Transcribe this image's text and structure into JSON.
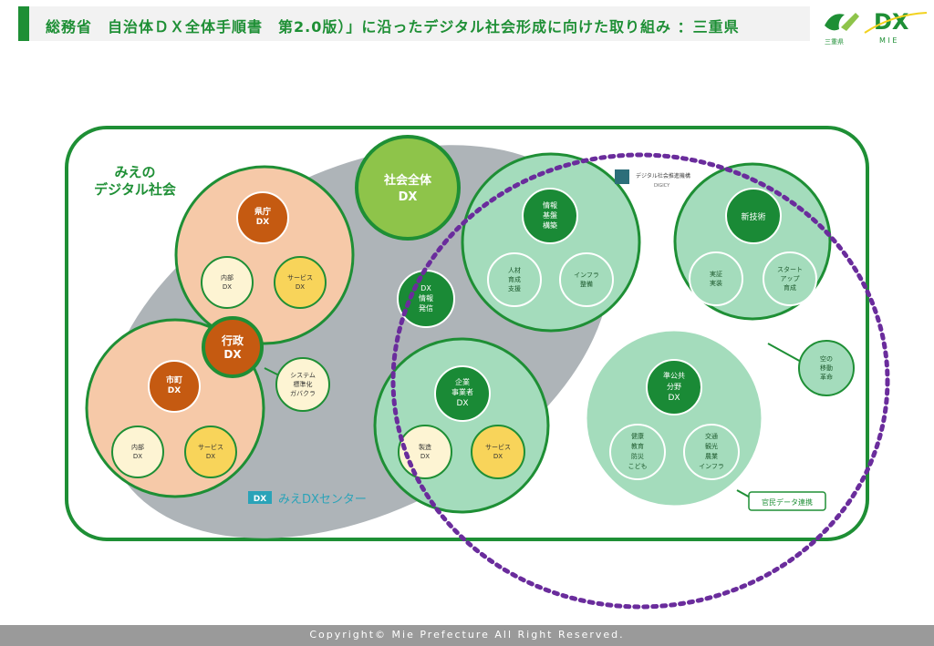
{
  "header": {
    "title": "総務省　自治体ＤＸ全体手順書　第2.0版）」に沿ったデジタル社会形成に向けた取り組み ：三重県"
  },
  "logo": {
    "mie_logo_text": "三重県",
    "dx_text": "DX",
    "dx_sub_text": "M I E"
  },
  "diagram": {
    "outer_label_line1": "みえの",
    "outer_label_line2": "デジタル社会",
    "society_dx": [
      "社会全体",
      "DX"
    ],
    "prefecture_dx": [
      "県庁",
      "DX"
    ],
    "prefecture_items": [
      [
        "内部",
        "DX"
      ],
      [
        "サービス",
        "DX"
      ]
    ],
    "admin_dx": [
      "行政",
      "DX"
    ],
    "municipal_dx": [
      "市町",
      "DX"
    ],
    "municipal_items": [
      [
        "内部",
        "DX"
      ],
      [
        "サービス",
        "DX"
      ]
    ],
    "system_bubble": [
      "システム",
      "標準化",
      "ガバクラ"
    ],
    "dx_transmit": [
      "DX",
      "情報",
      "発信"
    ],
    "info_infra": [
      "情報",
      "基盤",
      "構築"
    ],
    "info_items": [
      [
        "人材",
        "育成",
        "支援"
      ],
      [
        "インフラ",
        "整備"
      ]
    ],
    "new_tech": "新技術",
    "new_tech_items": [
      [
        "実証",
        "実装"
      ],
      [
        "スタート",
        "アップ",
        "育成"
      ]
    ],
    "space_bubble": [
      "空の",
      "移動",
      "革命"
    ],
    "company_dx": [
      "企業",
      "事業者",
      "DX"
    ],
    "company_items": [
      [
        "製造",
        "DX"
      ],
      [
        "サービス",
        "DX"
      ]
    ],
    "public_dx": [
      "準公共",
      "分野",
      "DX"
    ],
    "public_items": [
      [
        "健康",
        "教育",
        "防災",
        "こども"
      ],
      [
        "交通",
        "観光",
        "農業",
        "インフラ"
      ]
    ],
    "public_private_label": "官民データ連携",
    "digital_agency_label": "デジタル社会推進機構",
    "digital_agency_sub": "DIGICY",
    "center_label": "みえDXセンター",
    "center_icon_text": "DX"
  },
  "footer": {
    "copyright": "Copyright© Mie Prefecture All Right Reserved."
  },
  "colors": {
    "brand_green": "#1e8f35",
    "peach": "#f6c9a8",
    "brown": "#c55a11",
    "cream": "#fdf4d3",
    "yellow": "#f8d45a",
    "light_green": "#a4dcbc",
    "dark_green": "#1a8a36",
    "lime": "#8ec44a",
    "purple": "#6a2c9c",
    "gray": "#aeb4b8"
  }
}
